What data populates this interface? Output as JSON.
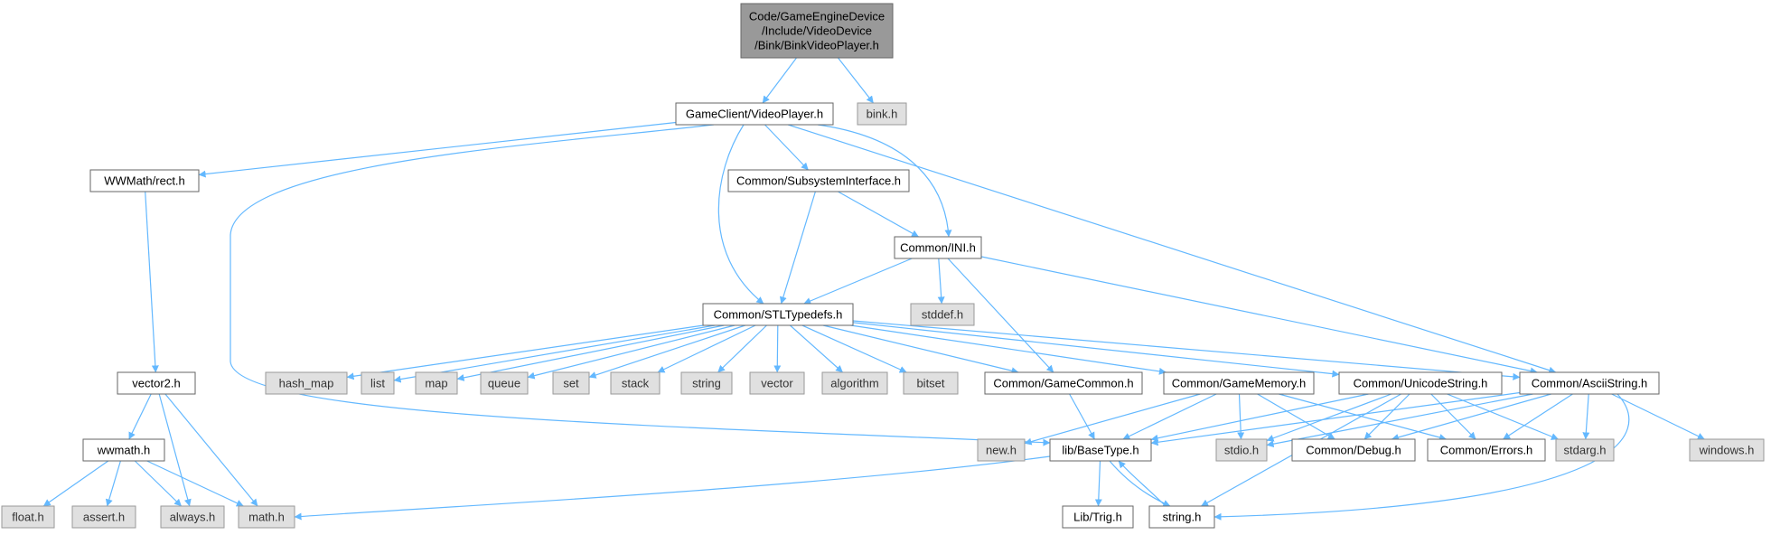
{
  "colors": {
    "edge": "#63b8ff",
    "root_fill": "#999999",
    "local_fill": "#ffffff",
    "external_fill": "#e0e0e0"
  },
  "nodes": [
    {
      "id": "root",
      "kind": "root",
      "label": [
        "Code/GameEngineDevice",
        "/Include/VideoDevice",
        "/Bink/BinkVideoPlayer.h"
      ]
    },
    {
      "id": "videoplayer",
      "kind": "local",
      "label": [
        "GameClient/VideoPlayer.h"
      ]
    },
    {
      "id": "bink",
      "kind": "ext",
      "label": [
        "bink.h"
      ]
    },
    {
      "id": "rect",
      "kind": "local",
      "label": [
        "WWMath/rect.h"
      ]
    },
    {
      "id": "subsystem",
      "kind": "local",
      "label": [
        "Common/SubsystemInterface.h"
      ]
    },
    {
      "id": "ini",
      "kind": "local",
      "label": [
        "Common/INI.h"
      ]
    },
    {
      "id": "stltypedefs",
      "kind": "local",
      "label": [
        "Common/STLTypedefs.h"
      ]
    },
    {
      "id": "stddef",
      "kind": "ext",
      "label": [
        "stddef.h"
      ]
    },
    {
      "id": "vector2",
      "kind": "local",
      "label": [
        "vector2.h"
      ]
    },
    {
      "id": "hash_map",
      "kind": "ext",
      "label": [
        "hash_map"
      ]
    },
    {
      "id": "list",
      "kind": "ext",
      "label": [
        "list"
      ]
    },
    {
      "id": "map",
      "kind": "ext",
      "label": [
        "map"
      ]
    },
    {
      "id": "queue",
      "kind": "ext",
      "label": [
        "queue"
      ]
    },
    {
      "id": "set",
      "kind": "ext",
      "label": [
        "set"
      ]
    },
    {
      "id": "stack",
      "kind": "ext",
      "label": [
        "stack"
      ]
    },
    {
      "id": "string",
      "kind": "ext",
      "label": [
        "string"
      ]
    },
    {
      "id": "vector",
      "kind": "ext",
      "label": [
        "vector"
      ]
    },
    {
      "id": "algorithm",
      "kind": "ext",
      "label": [
        "algorithm"
      ]
    },
    {
      "id": "bitset",
      "kind": "ext",
      "label": [
        "bitset"
      ]
    },
    {
      "id": "gamecommon",
      "kind": "local",
      "label": [
        "Common/GameCommon.h"
      ]
    },
    {
      "id": "gamememory",
      "kind": "local",
      "label": [
        "Common/GameMemory.h"
      ]
    },
    {
      "id": "unicodestring",
      "kind": "local",
      "label": [
        "Common/UnicodeString.h"
      ]
    },
    {
      "id": "asciistring",
      "kind": "local",
      "label": [
        "Common/AsciiString.h"
      ]
    },
    {
      "id": "wwmath",
      "kind": "local",
      "label": [
        "wwmath.h"
      ]
    },
    {
      "id": "new_h",
      "kind": "ext",
      "label": [
        "new.h"
      ]
    },
    {
      "id": "basetype",
      "kind": "local",
      "label": [
        "lib/BaseType.h"
      ]
    },
    {
      "id": "stdio",
      "kind": "ext",
      "label": [
        "stdio.h"
      ]
    },
    {
      "id": "debug",
      "kind": "local",
      "label": [
        "Common/Debug.h"
      ]
    },
    {
      "id": "errors",
      "kind": "local",
      "label": [
        "Common/Errors.h"
      ]
    },
    {
      "id": "stdarg",
      "kind": "ext",
      "label": [
        "stdarg.h"
      ]
    },
    {
      "id": "windows",
      "kind": "ext",
      "label": [
        "windows.h"
      ]
    },
    {
      "id": "float_h",
      "kind": "ext",
      "label": [
        "float.h"
      ]
    },
    {
      "id": "assert_h",
      "kind": "ext",
      "label": [
        "assert.h"
      ]
    },
    {
      "id": "always_h",
      "kind": "ext",
      "label": [
        "always.h"
      ]
    },
    {
      "id": "math_h",
      "kind": "ext",
      "label": [
        "math.h"
      ]
    },
    {
      "id": "trig",
      "kind": "local",
      "label": [
        "Lib/Trig.h"
      ]
    },
    {
      "id": "string_h",
      "kind": "local",
      "label": [
        "string.h"
      ]
    }
  ],
  "edges": [
    [
      "root",
      "videoplayer"
    ],
    [
      "root",
      "bink"
    ],
    [
      "videoplayer",
      "rect"
    ],
    [
      "videoplayer",
      "subsystem"
    ],
    [
      "videoplayer",
      "ini"
    ],
    [
      "videoplayer",
      "stltypedefs"
    ],
    [
      "videoplayer",
      "asciistring"
    ],
    [
      "videoplayer",
      "basetype"
    ],
    [
      "rect",
      "vector2"
    ],
    [
      "subsystem",
      "ini"
    ],
    [
      "subsystem",
      "stltypedefs"
    ],
    [
      "ini",
      "stltypedefs"
    ],
    [
      "ini",
      "stddef"
    ],
    [
      "ini",
      "gamecommon"
    ],
    [
      "ini",
      "asciistring"
    ],
    [
      "stltypedefs",
      "hash_map"
    ],
    [
      "stltypedefs",
      "list"
    ],
    [
      "stltypedefs",
      "map"
    ],
    [
      "stltypedefs",
      "queue"
    ],
    [
      "stltypedefs",
      "set"
    ],
    [
      "stltypedefs",
      "stack"
    ],
    [
      "stltypedefs",
      "string"
    ],
    [
      "stltypedefs",
      "vector"
    ],
    [
      "stltypedefs",
      "algorithm"
    ],
    [
      "stltypedefs",
      "bitset"
    ],
    [
      "stltypedefs",
      "gamecommon"
    ],
    [
      "stltypedefs",
      "gamememory"
    ],
    [
      "stltypedefs",
      "unicodestring"
    ],
    [
      "stltypedefs",
      "asciistring"
    ],
    [
      "vector2",
      "wwmath"
    ],
    [
      "vector2",
      "always_h"
    ],
    [
      "vector2",
      "math_h"
    ],
    [
      "wwmath",
      "float_h"
    ],
    [
      "wwmath",
      "assert_h"
    ],
    [
      "wwmath",
      "always_h"
    ],
    [
      "wwmath",
      "math_h"
    ],
    [
      "gamecommon",
      "basetype"
    ],
    [
      "gamememory",
      "new_h"
    ],
    [
      "gamememory",
      "basetype"
    ],
    [
      "gamememory",
      "stdio"
    ],
    [
      "gamememory",
      "debug"
    ],
    [
      "gamememory",
      "errors"
    ],
    [
      "unicodestring",
      "basetype"
    ],
    [
      "unicodestring",
      "stdio"
    ],
    [
      "unicodestring",
      "debug"
    ],
    [
      "unicodestring",
      "errors"
    ],
    [
      "unicodestring",
      "stdarg"
    ],
    [
      "unicodestring",
      "string_h"
    ],
    [
      "asciistring",
      "basetype"
    ],
    [
      "asciistring",
      "stdio"
    ],
    [
      "asciistring",
      "debug"
    ],
    [
      "asciistring",
      "errors"
    ],
    [
      "asciistring",
      "stdarg"
    ],
    [
      "asciistring",
      "windows"
    ],
    [
      "asciistring",
      "string_h"
    ],
    [
      "basetype",
      "math_h"
    ],
    [
      "basetype",
      "trig"
    ],
    [
      "basetype",
      "string_h"
    ],
    [
      "string_h",
      "basetype"
    ]
  ]
}
